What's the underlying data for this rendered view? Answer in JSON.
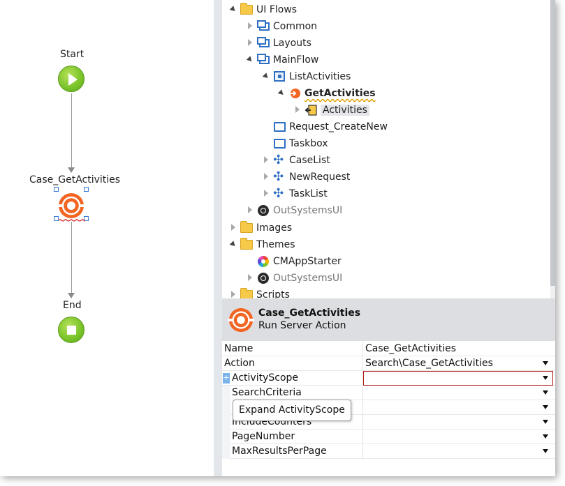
{
  "canvas": {
    "start_label": "Start",
    "action_label": "Case_GetActivities",
    "end_label": "End"
  },
  "tree": {
    "items": [
      {
        "label": "UI Flows"
      },
      {
        "label": "Common"
      },
      {
        "label": "Layouts"
      },
      {
        "label": "MainFlow"
      },
      {
        "label": "ListActivities"
      },
      {
        "label": "GetActivities"
      },
      {
        "label": "Activities"
      },
      {
        "label": "Request_CreateNew"
      },
      {
        "label": "Taskbox"
      },
      {
        "label": "CaseList"
      },
      {
        "label": "NewRequest"
      },
      {
        "label": "TaskList"
      },
      {
        "label": "OutSystemsUI"
      },
      {
        "label": "Images"
      },
      {
        "label": "Themes"
      },
      {
        "label": "CMAppStarter"
      },
      {
        "label": "OutSystemsUI"
      },
      {
        "label": "Scripts"
      }
    ]
  },
  "properties": {
    "title": "Case_GetActivities",
    "subtitle": "Run Server Action",
    "rows": [
      {
        "name": "Name",
        "value": "Case_GetActivities"
      },
      {
        "name": "Action",
        "value": "Search\\Case_GetActivities"
      },
      {
        "name": "ActivityScope",
        "value": ""
      },
      {
        "name": "SearchCriteria",
        "value": ""
      },
      {
        "name": "",
        "value": ""
      },
      {
        "name": "IncludeCounters",
        "value": ""
      },
      {
        "name": "PageNumber",
        "value": ""
      },
      {
        "name": "MaxResultsPerPage",
        "value": ""
      }
    ],
    "expand_symbol": "+",
    "tooltip": "Expand ActivityScope"
  },
  "colors": {
    "accent_orange": "#f26522",
    "start_green": "#7cc52b",
    "error_border": "#b11b1b",
    "selection_blue": "#3b7dd8"
  }
}
